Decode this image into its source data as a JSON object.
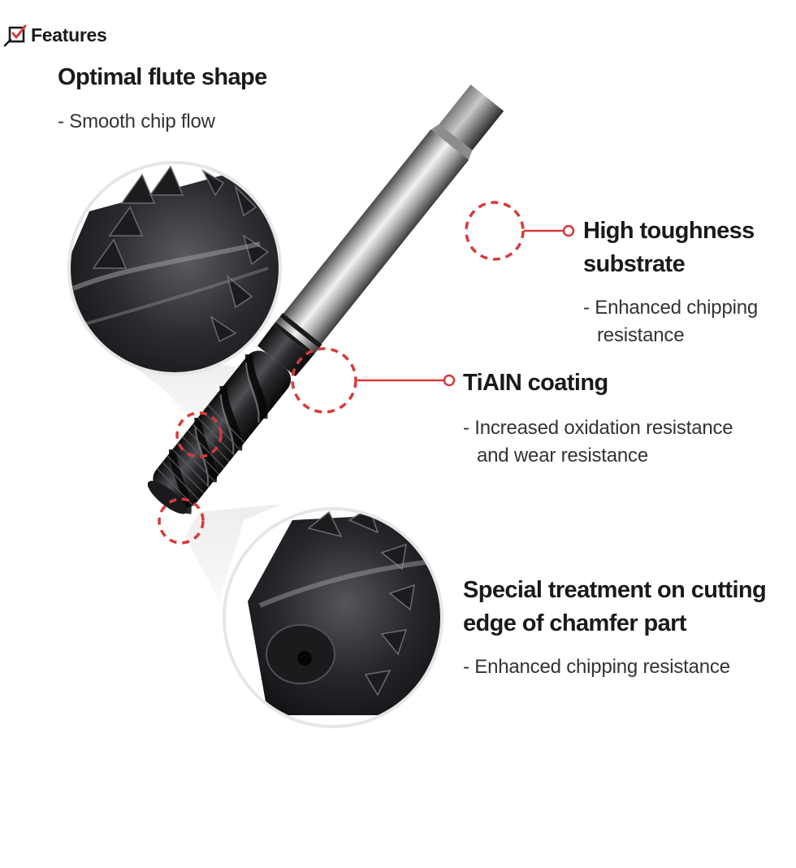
{
  "header": {
    "title": "Features",
    "icon": "checkbox-check-icon"
  },
  "features": [
    {
      "id": "flute",
      "title": "Optimal flute shape",
      "description": [
        "- Smooth chip flow"
      ]
    },
    {
      "id": "substrate",
      "title": [
        "High toughness",
        "substrate"
      ],
      "description": [
        "- Enhanced chipping",
        "resistance"
      ]
    },
    {
      "id": "coating",
      "title": "TiAIN coating",
      "description": [
        "- Increased oxidation resistance",
        "and wear resistance"
      ]
    },
    {
      "id": "chamfer",
      "title": [
        "Special treatment on cutting",
        "edge of chamfer part"
      ],
      "description": [
        "- Enhanced chipping resistance"
      ]
    }
  ],
  "colors": {
    "accent": "#d63a3a",
    "text": "#1a1a1a",
    "desc": "#333333"
  }
}
